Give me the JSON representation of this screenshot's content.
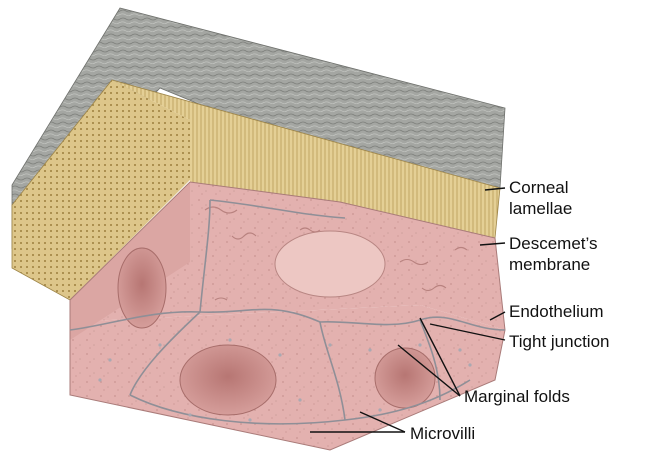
{
  "labels": {
    "corneal_lamellae": [
      "Corneal",
      "lamellae"
    ],
    "descemets_membrane": [
      "Descemet’s",
      "membrane"
    ],
    "endothelium": "Endothelium",
    "tight_junction": "Tight junction",
    "marginal_folds": "Marginal folds",
    "microvilli": "Microvilli"
  },
  "colors": {
    "corneal_lamellae": "#9ea09c",
    "descemets_membrane": "#e4cf95",
    "endothelium": "#e6b4b2",
    "nucleus": "#c98682",
    "cell_border": "#8f8f97",
    "leader_line": "#111111"
  }
}
